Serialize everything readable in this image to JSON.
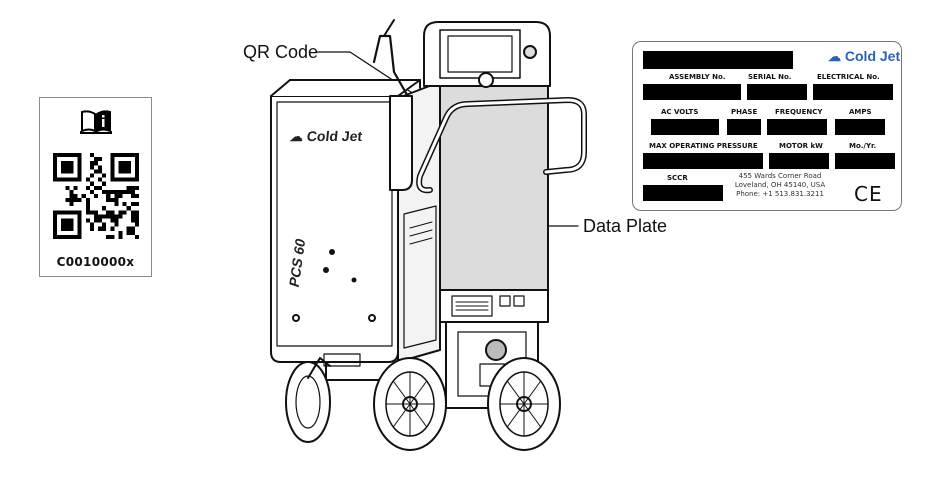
{
  "qr_tag": {
    "code": "C0010000x",
    "icon": "manual-info-icon"
  },
  "callouts": {
    "qr_code": "QR Code",
    "data_plate": "Data Plate"
  },
  "machine": {
    "brand": "Cold Jet",
    "model": "PCS 60"
  },
  "data_plate": {
    "brand": "Cold Jet",
    "fields": {
      "assembly_no": "ASSEMBLY No.",
      "serial_no": "SERIAL No.",
      "electrical_no": "ELECTRICAL No.",
      "ac_volts": "AC VOLTS",
      "phase": "PHASE",
      "frequency": "FREQUENCY",
      "amps": "AMPS",
      "max_operating_pressure": "MAX OPERATING PRESSURE",
      "motor_kw": "MOTOR kW",
      "mo_yr": "Mo./Yr.",
      "sccr": "SCCR"
    },
    "address": {
      "line1": "455 Wards Corner Road",
      "line2": "Loveland, OH 45140, USA",
      "line3": "Phone: +1 513.831.3211"
    },
    "mark": "CE"
  },
  "colors": {
    "brand_blue": "#2a63b5",
    "ink": "#111111",
    "outline": "#777777"
  }
}
